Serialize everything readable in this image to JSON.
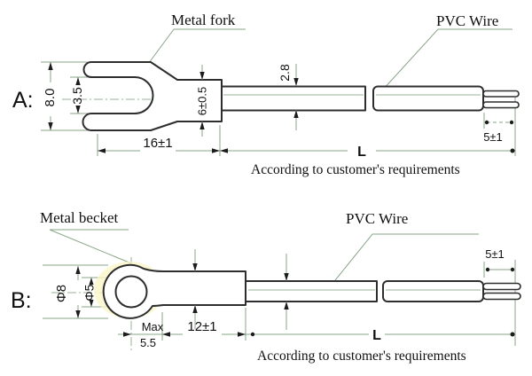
{
  "colors": {
    "background": "#ffffff",
    "part_outline": "#2e2e2e",
    "dimension_line": "#8aa58a",
    "ring_highlight": "#faf6c8",
    "text": "#101010"
  },
  "drawing_a": {
    "section_label": "A:",
    "part_label": "Metal fork",
    "wire_label": "PVC Wire",
    "dims": {
      "fork_width": "8.0",
      "slot_width": "3.5",
      "barrel_width": "6±0.5",
      "wire_diameter": "2.8",
      "fork_length": "16±1",
      "strip_length": "5±1",
      "wire_length": "L"
    },
    "note": "According to customer's requirements"
  },
  "drawing_b": {
    "section_label": "B:",
    "part_label": "Metal becket",
    "wire_label": "PVC Wire",
    "dims": {
      "ring_outer_diameter": "Φ8",
      "ring_hole_diameter": "Φ5",
      "max_label": "Max",
      "max_value": "5.5",
      "becket_length": "12±1",
      "strip_length": "5±1",
      "wire_length": "L"
    },
    "note": "According to customer's requirements"
  }
}
